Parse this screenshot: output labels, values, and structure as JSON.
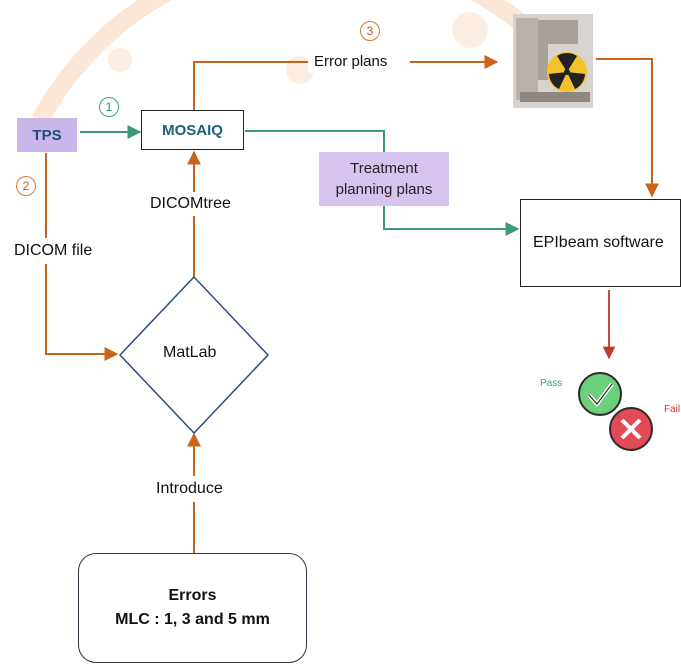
{
  "nodes": {
    "tps": "TPS",
    "mosaiq": "MOSAIQ",
    "tpp_line1": "Treatment",
    "tpp_line2": "planning plans",
    "epibeam": "EPIbeam software",
    "matlab": "MatLab",
    "errors_title": "Errors",
    "errors_detail": "MLC : 1, 3 and 5 mm"
  },
  "edge_labels": {
    "error_plans": "Error plans",
    "dicomtree": "DICOMtree",
    "dicom_file": "DICOM file",
    "introduce": "Introduce"
  },
  "steps": [
    "1",
    "2",
    "3"
  ],
  "results": {
    "pass": "Pass",
    "fail": "Fail"
  },
  "colors": {
    "orange_arrow": "#c8651b",
    "green_arrow": "#3d9a78",
    "red_arrow": "#c0392b",
    "tps_fill": "#c9b7e9",
    "tpp_fill": "#d7c3ef",
    "pass_green": "#6ccf7a",
    "fail_red": "#e24a55",
    "watermark": "#f2c9a7"
  },
  "icons": [
    "linac-machine-icon",
    "radiation-icon",
    "check-icon",
    "cross-icon"
  ]
}
